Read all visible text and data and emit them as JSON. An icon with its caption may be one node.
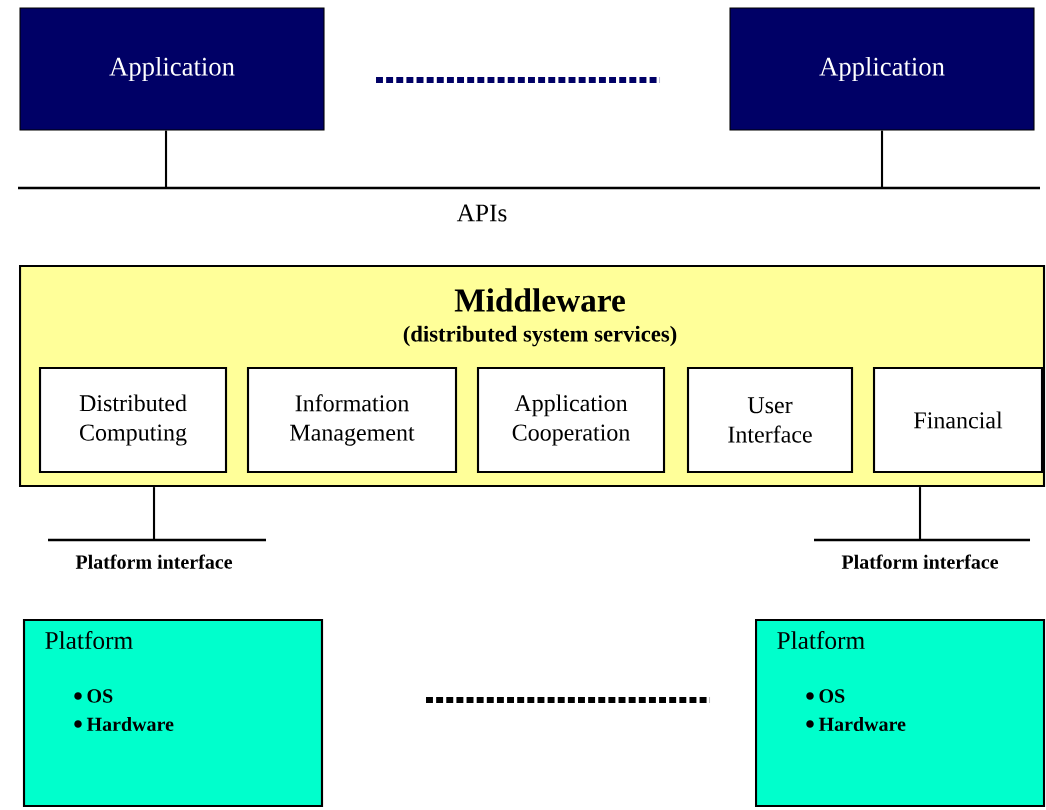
{
  "diagram": {
    "nodes": [
      {
        "text": [
          "Application"
        ]
      },
      {
        "text": [
          "Application"
        ]
      },
      {
        "text": [
          "APIs"
        ]
      },
      {
        "text": [
          "Middleware",
          "(distributed system services)"
        ]
      },
      {
        "text": [
          "Distributed Computing"
        ],
        "in": 3
      },
      {
        "text": [
          "Information Management"
        ],
        "in": 3
      },
      {
        "text": [
          "Application Cooperation"
        ],
        "in": 3
      },
      {
        "text": [
          "User Interface"
        ],
        "in": 3
      },
      {
        "text": [
          "Financial"
        ],
        "in": 3
      },
      {
        "text": [
          "Platform interface"
        ]
      },
      {
        "text": [
          "Platform interface"
        ]
      },
      {
        "text": [
          "Platform",
          "OS",
          "Hardware"
        ]
      },
      {
        "text": [
          "Platform",
          "OS",
          "Hardware"
        ]
      }
    ],
    "edges": [
      {
        "from": 0,
        "to": 2,
        "arrow": "none"
      },
      {
        "from": 1,
        "to": 2,
        "arrow": "none"
      },
      {
        "from": 3,
        "to": 9,
        "arrow": "none"
      },
      {
        "from": 3,
        "to": 10,
        "arrow": "none"
      }
    ]
  }
}
